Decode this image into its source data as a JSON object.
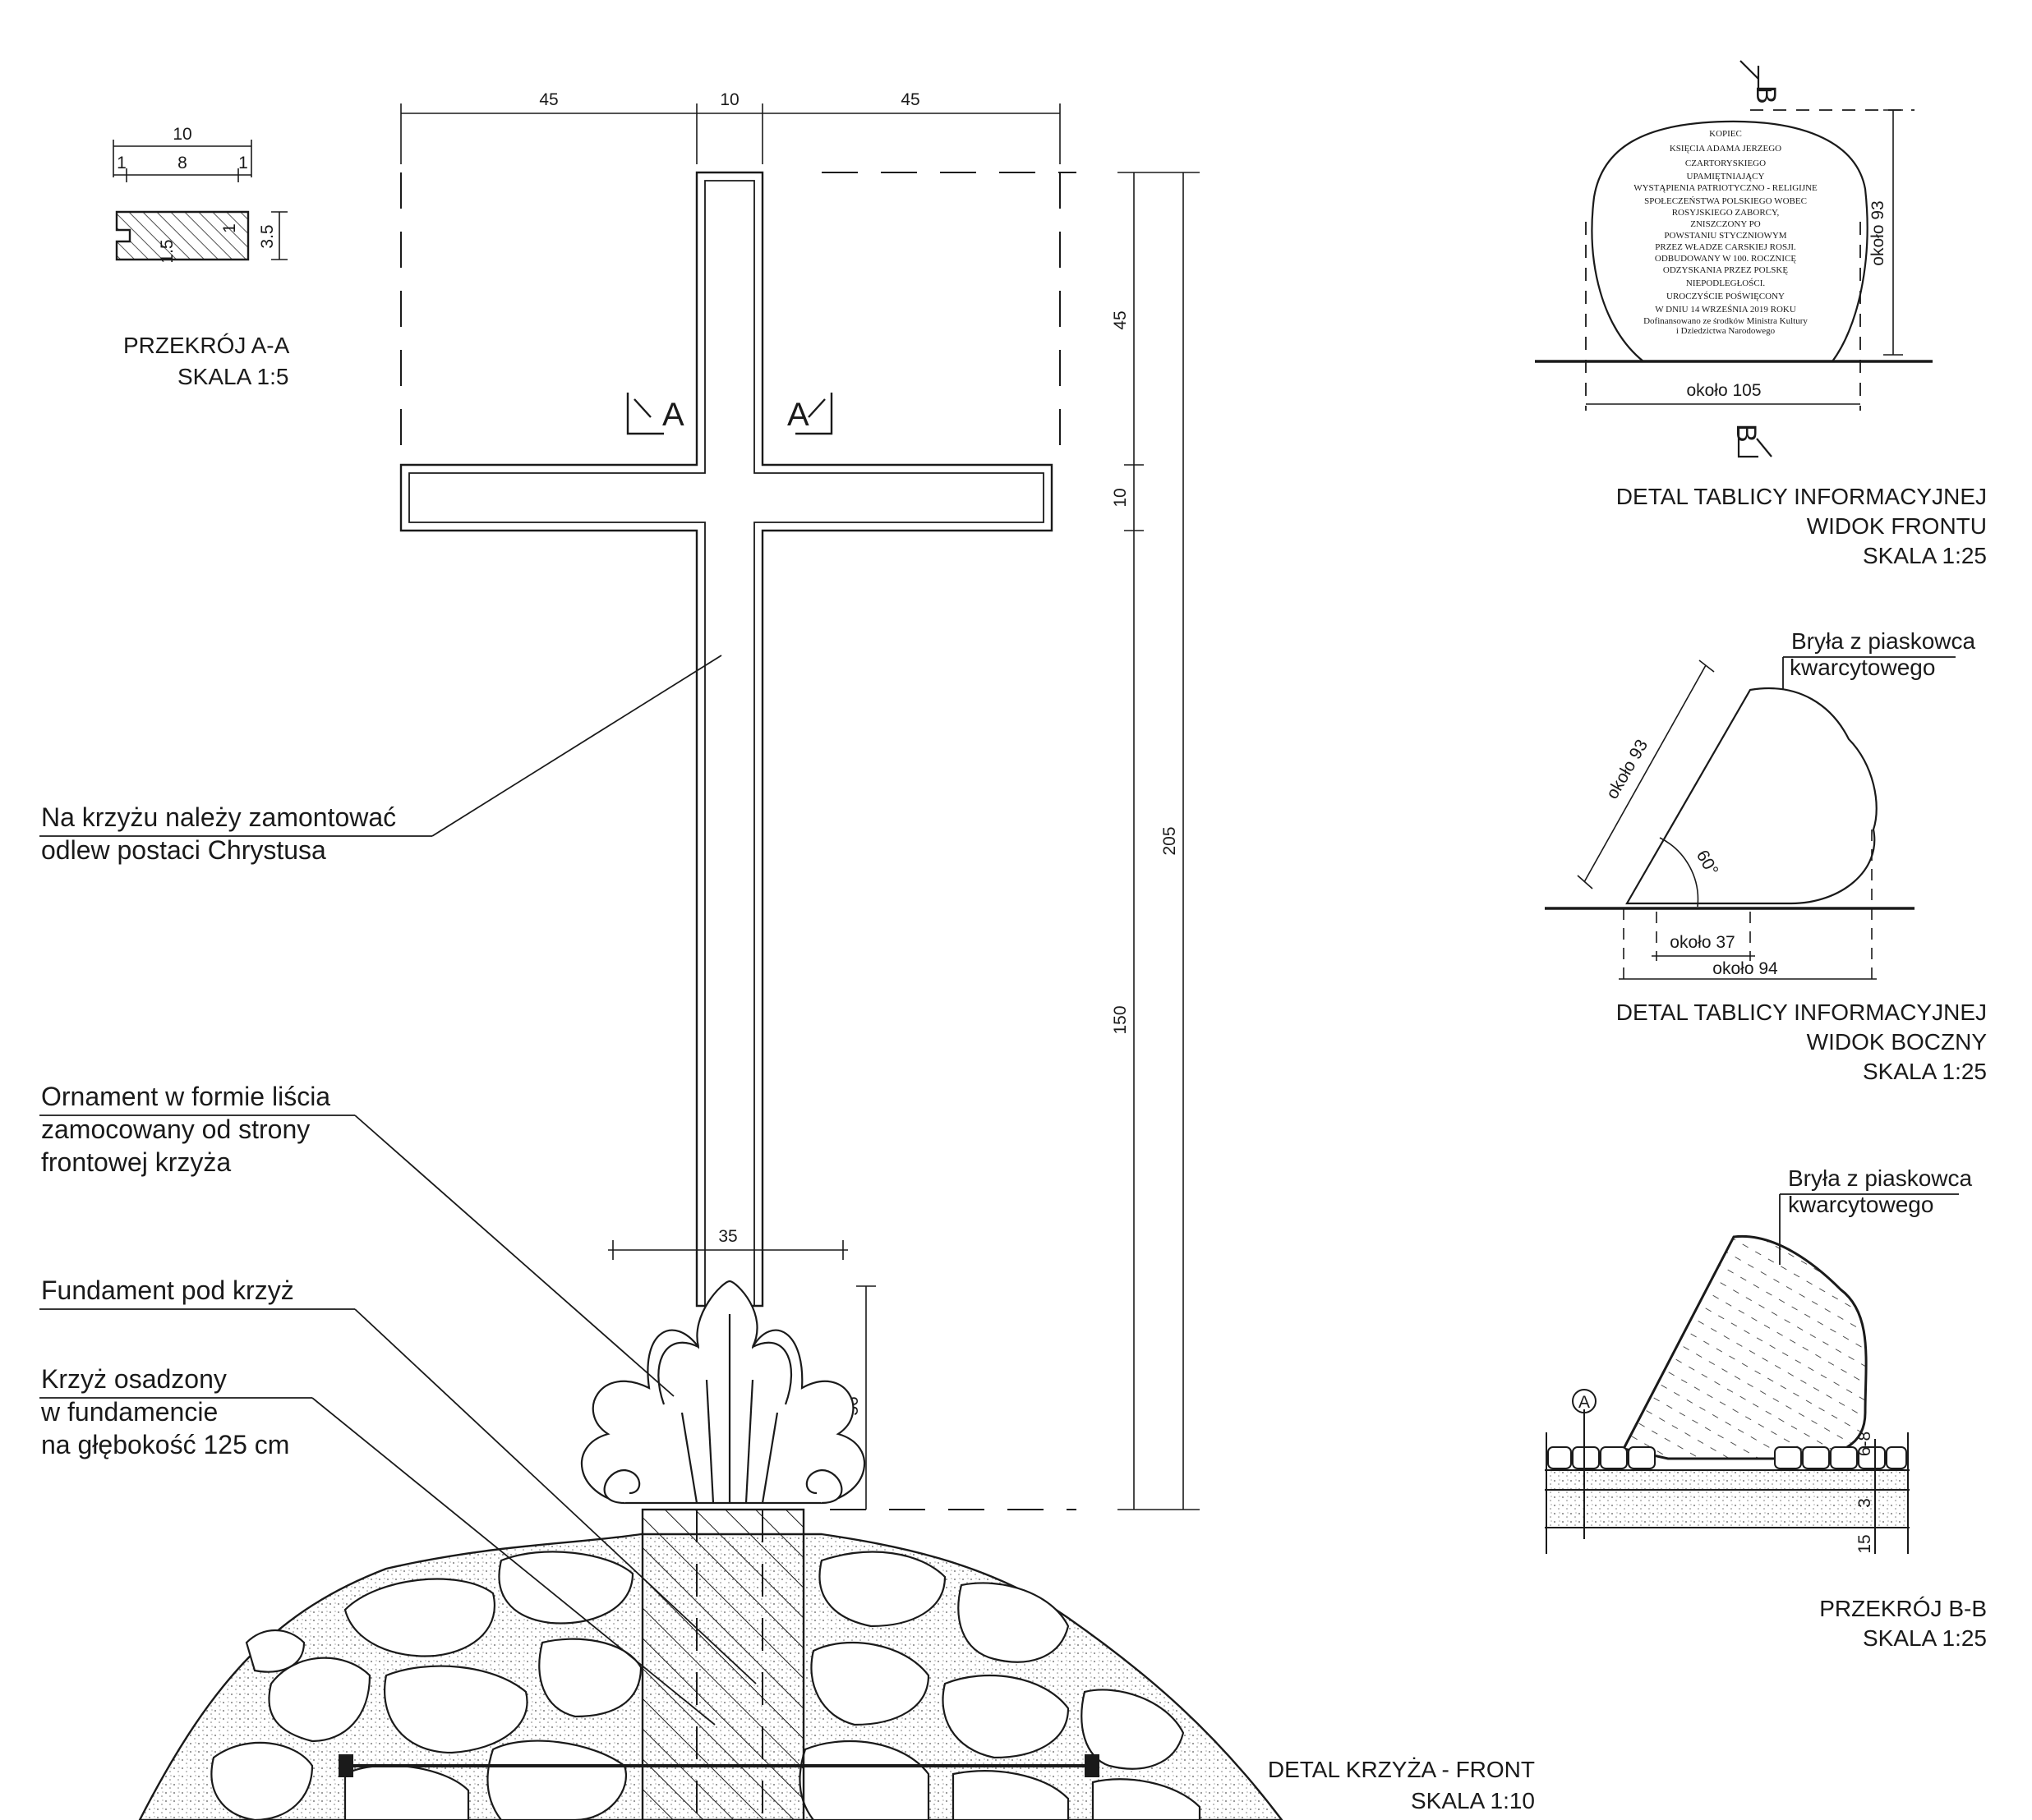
{
  "section_aa": {
    "title": "PRZEKRÓJ A-A",
    "scale": "SKALA 1:5",
    "dims": {
      "width": "10",
      "left": "1",
      "middle": "8",
      "right": "1",
      "height": "3.5",
      "web": "1.5",
      "flange": "1"
    }
  },
  "cross": {
    "title": "DETAL KRZYŻA - FRONT",
    "scale": "SKALA 1:10",
    "section_mark_left": "A",
    "section_mark_right": "A",
    "dims": {
      "arm_left": "45",
      "post": "10",
      "arm_right": "45",
      "top": "45",
      "beam": "10",
      "total": "205",
      "lower": "150",
      "base_width": "35",
      "ornament_height": "36"
    },
    "notes": {
      "christ_1": "Na krzyżu  należy zamontować",
      "christ_2": "odlew postaci Chrystusa",
      "ornament_1": "Ornament w formie liścia",
      "ornament_2": "zamocowany od strony",
      "ornament_3": "frontowej krzyża",
      "foundation": "Fundament pod krzyż",
      "embedded_1": "Krzyż osadzony",
      "embedded_2": "w fundamencie",
      "embedded_3": "na głębokość 125 cm"
    }
  },
  "plaque_front": {
    "title_1": "DETAL TABLICY INFORMACYJNEJ",
    "title_2": "WIDOK FRONTU",
    "scale": "SKALA 1:25",
    "section_mark_top": "B",
    "section_mark_bottom": "B",
    "width_label": "około 105",
    "height_label": "około 93",
    "inscription": [
      "KOPIEC",
      "KSIĘCIA ADAMA JERZEGO",
      "CZARTORYSKIEGO",
      "UPAMIĘTNIAJĄCY",
      "WYSTĄPIENIA PATRIOTYCZNO - RELIGIJNE",
      "SPOŁECZEŃSTWA POLSKIEGO WOBEC",
      "ROSYJSKIEGO ZABORCY,",
      "ZNISZCZONY PO",
      "POWSTANIU STYCZNIOWYM",
      "PRZEZ WŁADZE CARSKIEJ ROSJI.",
      "ODBUDOWANY W 100. ROCZNICĘ",
      "ODZYSKANIA PRZEZ POLSKĘ",
      "NIEPODLEGŁOŚCI.",
      "UROCZYŚCIE POŚWIĘCONY",
      "W DNIU 14 WRZEŚNIA 2019 ROKU",
      "Dofinansowano ze środków Ministra Kultury",
      "i Dziedzictwa Narodowego"
    ]
  },
  "plaque_side": {
    "title_1": "DETAL TABLICY INFORMACYJNEJ",
    "title_2": "WIDOK BOCZNY",
    "scale": "SKALA 1:25",
    "material_1": "Bryła z piaskowca",
    "material_2": "kwarcytowego",
    "slope_label": "około 93",
    "angle_label": "60°",
    "base_label": "około 37",
    "depth_label": "około 94"
  },
  "section_bb": {
    "title": "PRZEKRÓJ B-B",
    "scale": "SKALA 1:25",
    "material_1": "Bryła z piaskowca",
    "material_2": "kwarcytowego",
    "axis_label": "A",
    "layer_1": "6-8",
    "layer_2": "3",
    "layer_3": "15"
  }
}
